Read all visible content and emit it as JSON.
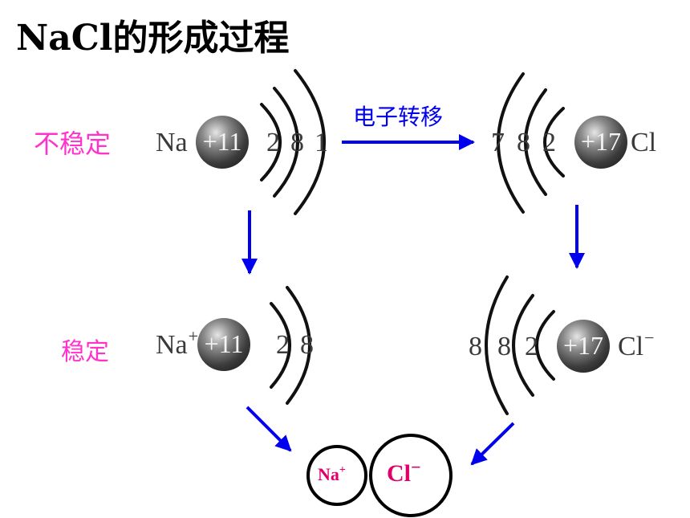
{
  "title": "NaCl的形成过程",
  "labels": {
    "unstable": "不稳定",
    "stable": "稳定",
    "transfer": "电子转移"
  },
  "na_atom": {
    "symbol": "Na",
    "charge": "+11",
    "shells": [
      "2",
      "8",
      "1"
    ]
  },
  "cl_atom": {
    "symbol": "Cl",
    "charge": "+17",
    "shells": [
      "7",
      "8",
      "2"
    ]
  },
  "na_ion": {
    "symbol": "Na",
    "sign": "+",
    "charge": "+11",
    "shells": [
      "2",
      "8"
    ]
  },
  "cl_ion": {
    "symbol": "Cl",
    "sign": "−",
    "charge": "+17",
    "shells": [
      "8",
      "8",
      "2"
    ]
  },
  "product": {
    "na": "Na",
    "na_sign": "+",
    "cl": "Cl",
    "cl_sign": "−"
  },
  "colors": {
    "arrow": "#0000ee",
    "label": "#ff33cc",
    "ion_text": "#e0006b"
  }
}
